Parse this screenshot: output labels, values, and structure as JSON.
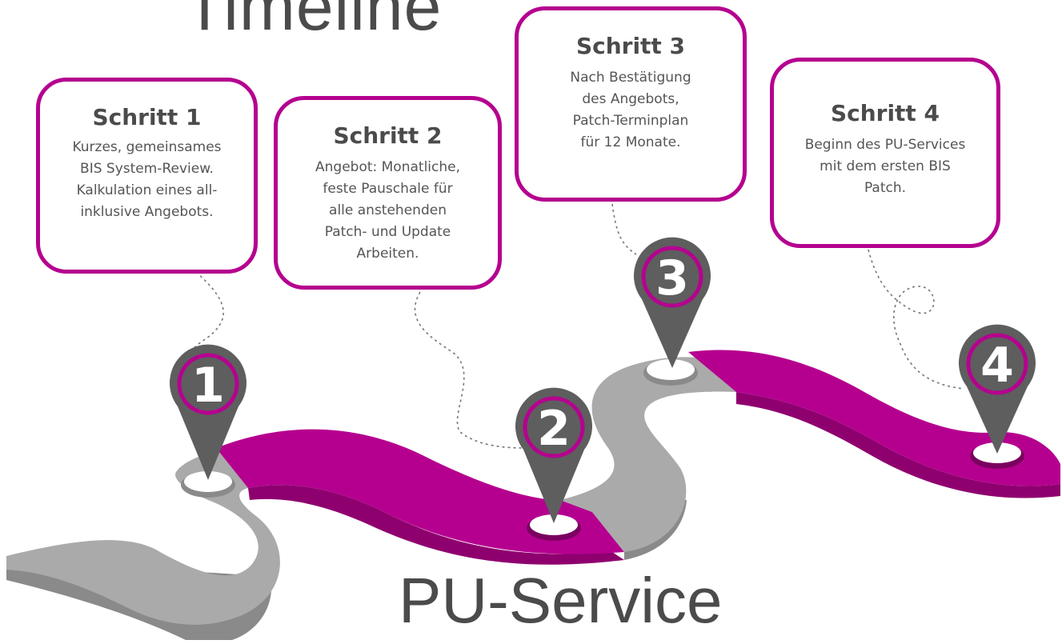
{
  "title": "Timeline",
  "subtitle": "PU-Service",
  "colors": {
    "accent": "#b5008f",
    "accent_dark": "#8f006f",
    "road_gray": "#aaaaaa",
    "road_gray_dark": "#8a8a8a",
    "pin": "#5e5e5e",
    "text": "#4b4b4b"
  },
  "steps": [
    {
      "number": "1",
      "heading": "Schritt 1",
      "lines": [
        "Kurzes, gemeinsames",
        "BIS System-Review.",
        "Kalkulation eines all-",
        "inklusive Angebots."
      ]
    },
    {
      "number": "2",
      "heading": "Schritt 2",
      "lines": [
        "Angebot: Monatliche,",
        "feste Pauschale für",
        "alle anstehenden",
        "Patch- und Update",
        "Arbeiten."
      ]
    },
    {
      "number": "3",
      "heading": "Schritt 3",
      "lines": [
        "Nach Bestätigung",
        "des Angebots,",
        "Patch-Terminplan",
        "für 12 Monate."
      ]
    },
    {
      "number": "4",
      "heading": "Schritt 4",
      "lines": [
        "Beginn des PU-Services",
        "mit dem ersten BIS",
        "Patch."
      ]
    }
  ]
}
